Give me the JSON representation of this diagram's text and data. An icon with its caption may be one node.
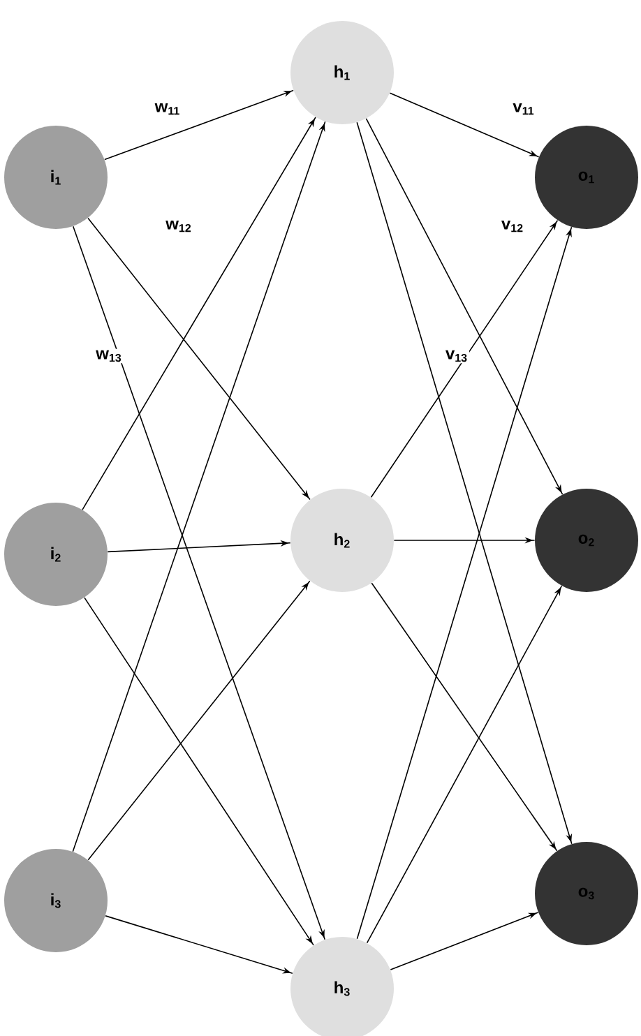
{
  "diagram": {
    "nodes": [
      {
        "text": [
          "i$_{1}$"
        ]
      },
      {
        "text": [
          "i$_{2}$"
        ]
      },
      {
        "text": [
          "i$_{3}$"
        ]
      },
      {
        "text": [
          "h$_{1}$"
        ]
      },
      {
        "text": [
          "h$_{2}$"
        ]
      },
      {
        "text": [
          "h$_{3}$"
        ]
      },
      {
        "text": [
          "o$_{1}$"
        ]
      },
      {
        "text": [
          "o$_{2}$"
        ]
      },
      {
        "text": [
          "o$_{3}$"
        ]
      }
    ],
    "edges": [
      {
        "from": 0,
        "to": 3,
        "arrow": "to"
      },
      {
        "from": 0,
        "to": 4,
        "arrow": "to"
      },
      {
        "from": 0,
        "to": 5,
        "arrow": "to"
      },
      {
        "from": 1,
        "to": 3,
        "arrow": "to"
      },
      {
        "from": 1,
        "to": 4,
        "arrow": "to"
      },
      {
        "from": 1,
        "to": 5,
        "arrow": "to"
      },
      {
        "from": 2,
        "to": 3,
        "arrow": "to"
      },
      {
        "from": 2,
        "to": 4,
        "arrow": "to"
      },
      {
        "from": 2,
        "to": 5,
        "arrow": "to"
      },
      {
        "from": 3,
        "to": 6,
        "arrow": "to"
      },
      {
        "from": 3,
        "to": 7,
        "arrow": "to"
      },
      {
        "from": 3,
        "to": 8,
        "arrow": "to"
      },
      {
        "from": 4,
        "to": 6,
        "arrow": "to"
      },
      {
        "from": 4,
        "to": 7,
        "arrow": "to"
      },
      {
        "from": 4,
        "to": 8,
        "arrow": "to"
      },
      {
        "from": 5,
        "to": 6,
        "arrow": "to"
      },
      {
        "from": 5,
        "to": 7,
        "arrow": "to"
      },
      {
        "from": 5,
        "to": 8,
        "arrow": "to"
      }
    ],
    "labels": [
      "w$_{11}$",
      "v$_{11}$",
      "w$_{12}$",
      "v$_{12}$",
      "w$_{13}$",
      "v$_{13}$"
    ]
  }
}
